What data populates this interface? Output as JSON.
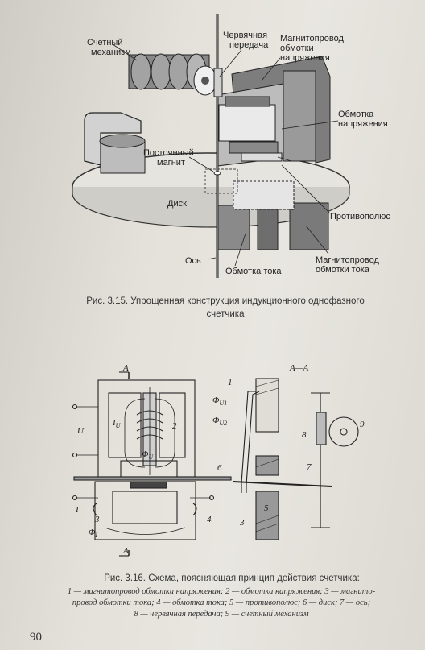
{
  "fig315": {
    "labels": {
      "counter": "Счетный\nмеханизм",
      "worm": "Червячная\nпередача",
      "core_voltage": "Магнитопровод\nобмотки\nнапряжения",
      "coil_voltage": "Обмотка\nнапряжения",
      "magnet": "Постоянный\nмагнит",
      "disk": "Диск",
      "pole": "Противополюс",
      "axis": "Ось",
      "coil_current": "Обмотка тока",
      "core_current": "Магнитопровод\nобмотки тока"
    },
    "caption": "Рис. 3.15. Упрощенная конструкция индукционного однофазного\nсчетчика"
  },
  "fig316": {
    "labels": {
      "section_a": "А",
      "section_aa": "А—А",
      "U": "U",
      "I": "I",
      "IU": "I",
      "IU_sub": "U",
      "PhiU1": "Φ",
      "PhiU1_sub": "U1",
      "PhiU2": "Φ",
      "PhiU2_sub": "U2",
      "PhiU": "Φ",
      "PhiU_sub": "U",
      "PhiI": "Φ",
      "PhiI_sub": "I",
      "n1": "1",
      "n2": "2",
      "n3": "3",
      "n3b": "3",
      "n4": "4",
      "n5": "5",
      "n6": "6",
      "n7": "7",
      "n8": "8",
      "n9": "9"
    },
    "caption": "Рис. 3.16. Схема, поясняющая принцип действия счетчика:",
    "legend": "1 — магнитопровод обмотки напряжения; 2 — обмотка напряжения; 3 — магнито-\nпровод обмотки тока; 4 — обмотка тока; 5 — противополюс; 6 — диск; 7 — ось;\n8 — червячная передача; 9 — счетный механизм"
  },
  "page_number": "90"
}
